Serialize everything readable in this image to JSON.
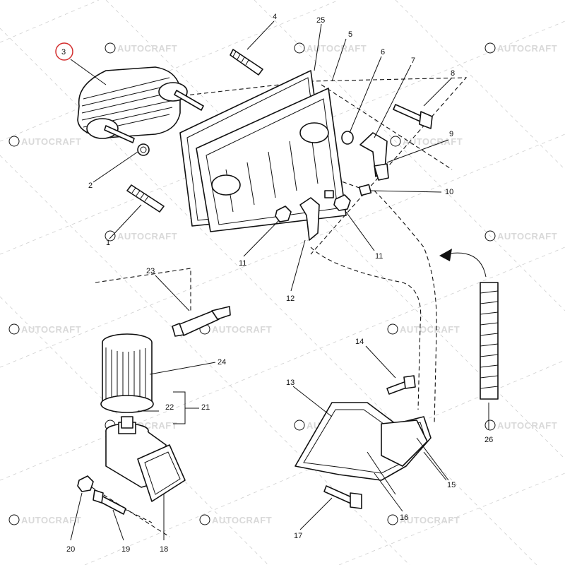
{
  "watermark": "AUTOCRAFT",
  "highlight_color": "#d32f2f",
  "callouts": {
    "c1": "1",
    "c2": "2",
    "c3": "3",
    "c4": "4",
    "c5": "5",
    "c6": "6",
    "c7": "7",
    "c8": "8",
    "c9": "9",
    "c10": "10",
    "c11a": "11",
    "c11b": "11",
    "c12": "12",
    "c13": "13",
    "c14": "14",
    "c15": "15",
    "c16": "16",
    "c17": "17",
    "c18": "18",
    "c19": "19",
    "c20": "20",
    "c21": "21",
    "c22": "22",
    "c23": "23",
    "c24": "24",
    "c25": "25",
    "c26": "26"
  }
}
